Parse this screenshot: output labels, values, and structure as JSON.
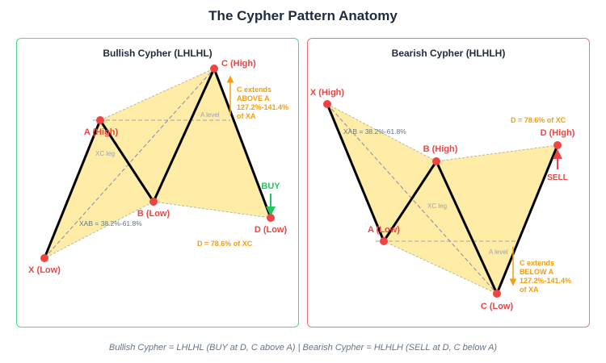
{
  "title": "The Cypher Pattern Anatomy",
  "footer": "Bullish Cypher = LHLHL (BUY at D, C above A) | Bearish Cypher = HLHLH (SELL at D, C below A)",
  "colors": {
    "bull_border": "#4ade80",
    "bear_border": "#f87171",
    "fill": "#fde68a",
    "point": "#ef4444",
    "annotation": "#f59e0b",
    "buy": "#22c55e"
  },
  "bullish": {
    "title": "Bullish Cypher (LHLHL)",
    "x": "X (Low)",
    "a": "A (High)",
    "b": "B (Low)",
    "c": "C (High)",
    "d": "D (Low)",
    "xc_leg": "XC leg",
    "xab": "XAB = 38.2%-61.8%",
    "a_level": "A level",
    "c_note": [
      "C extends",
      "ABOVE A",
      "127.2%-141.4%",
      "of XA"
    ],
    "d_note": "D = 78.6% of XC",
    "signal": "BUY"
  },
  "bearish": {
    "title": "Bearish Cypher (HLHLH)",
    "x": "X (High)",
    "a": "A (Low)",
    "b": "B (High)",
    "c": "C (Low)",
    "d": "D (High)",
    "xc_leg": "XC leg",
    "xab": "XAB = 38.2%-61.8%",
    "a_level": "A level",
    "c_note": [
      "C extends",
      "BELOW A",
      "127.2%-141.4%",
      "of XA"
    ],
    "d_note": "D = 78.6% of XC",
    "signal": "SELL"
  }
}
